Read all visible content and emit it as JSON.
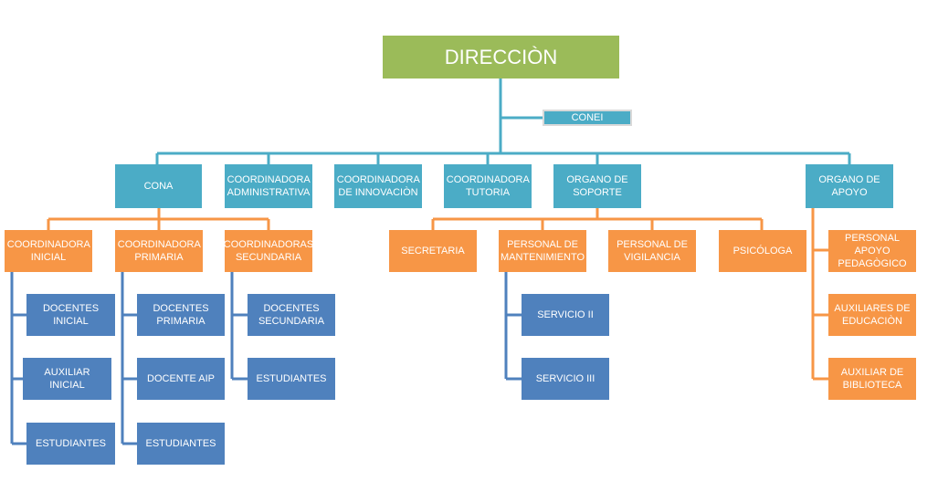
{
  "org": {
    "direccion": "DIRECCIÒN",
    "conei": "CONEI",
    "cona": "CONA",
    "coord_admin": "COORDINADORA ADMINISTRATIVA",
    "coord_innov": "COORDINADORA DE INNOVACIÒN",
    "coord_tutoria": "COORDINADORA TUTORIA",
    "organo_soporte": "ORGANO DE SOPORTE",
    "organo_apoyo": "ORGANO DE APOYO",
    "coord_inicial": "COORDINADORA INICIAL",
    "coord_primaria": "COORDINADORA PRIMARIA",
    "coord_secundaria": "COORDINADORAS SECUNDARIA",
    "docentes_inicial": "DOCENTES INICIAL",
    "auxiliar_inicial": "AUXILIAR INICIAL",
    "estudiantes_inicial": "ESTUDIANTES",
    "docentes_primaria": "DOCENTES PRIMARIA",
    "docente_aip": "DOCENTE AIP",
    "estudiantes_primaria": "ESTUDIANTES",
    "docentes_secundaria": "DOCENTES SECUNDARIA",
    "estudiantes_secundaria": "ESTUDIANTES",
    "secretaria": "SECRETARIA",
    "personal_mantenimiento": "PERSONAL DE MANTENIMIENTO",
    "personal_vigilancia": "PERSONAL DE VIGILANCIA",
    "psicologa": "PSICÓLOGA",
    "servicio_ii": "SERVICIO II",
    "servicio_iii": "SERVICIO III",
    "personal_apoyo": "PERSONAL APOYO PEDAGÒGICO",
    "auxiliares_educacion": "AUXILIARES DE EDUCACIÒN",
    "auxiliar_biblioteca": "AUXILIAR DE BIBLIOTECA"
  },
  "colors": {
    "green": "#9bbb59",
    "teal": "#4bacc6",
    "orange": "#f79646",
    "blue": "#4f81bd",
    "orange_connector": "#f79646",
    "teal_connector": "#4bacc6",
    "blue_connector": "#4f81bd"
  }
}
